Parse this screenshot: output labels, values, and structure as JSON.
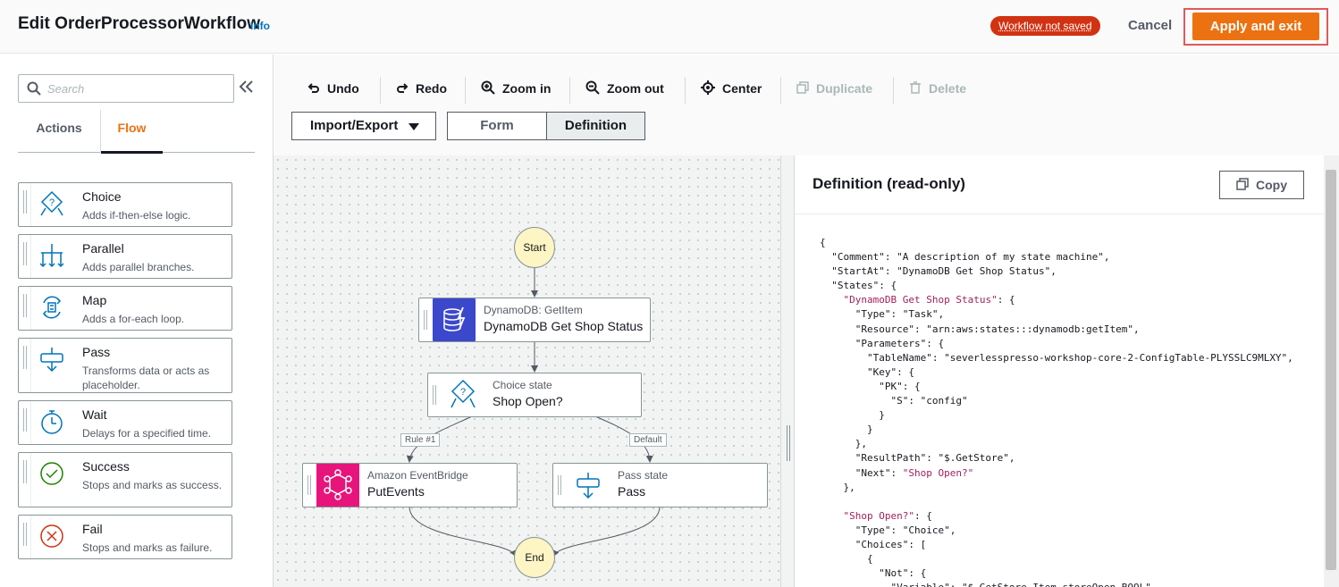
{
  "header": {
    "title": "Edit OrderProcessorWorkflow",
    "info": "Info",
    "status_badge": "Workflow not saved",
    "cancel": "Cancel",
    "apply": "Apply and exit"
  },
  "left_panel": {
    "search_placeholder": "Search",
    "tabs": [
      "Actions",
      "Flow"
    ],
    "active_tab": "Flow",
    "states": [
      {
        "name": "Choice",
        "desc": "Adds if-then-else logic.",
        "icon": "choice-icon"
      },
      {
        "name": "Parallel",
        "desc": "Adds parallel branches.",
        "icon": "parallel-icon"
      },
      {
        "name": "Map",
        "desc": "Adds a for-each loop.",
        "icon": "map-icon"
      },
      {
        "name": "Pass",
        "desc": "Transforms data or acts as placeholder.",
        "icon": "pass-icon"
      },
      {
        "name": "Wait",
        "desc": "Delays for a specified time.",
        "icon": "wait-icon"
      },
      {
        "name": "Success",
        "desc": "Stops and marks as success.",
        "icon": "success-icon"
      },
      {
        "name": "Fail",
        "desc": "Stops and marks as failure.",
        "icon": "fail-icon"
      }
    ]
  },
  "toolbar": {
    "undo": "Undo",
    "redo": "Redo",
    "zoom_in": "Zoom in",
    "zoom_out": "Zoom out",
    "center": "Center",
    "duplicate": "Duplicate",
    "delete": "Delete",
    "import_export": "Import/Export",
    "form": "Form",
    "definition": "Definition"
  },
  "graph": {
    "start": "Start",
    "end": "End",
    "nodes": [
      {
        "type": "DynamoDB: GetItem",
        "name": "DynamoDB Get Shop Status"
      },
      {
        "type": "Choice state",
        "name": "Shop Open?"
      },
      {
        "type": "Amazon EventBridge",
        "name": "PutEvents"
      },
      {
        "type": "Pass state",
        "name": "Pass"
      }
    ],
    "rule_label": "Rule #1",
    "default_label": "Default"
  },
  "definition": {
    "title": "Definition (read-only)",
    "copy": "Copy",
    "lines": [
      "{",
      "  \"Comment\": \"A description of my state machine\",",
      "  \"StartAt\": \"DynamoDB Get Shop Status\",",
      "  \"States\": {",
      "    \"DynamoDB Get Shop Status\": {",
      "      \"Type\": \"Task\",",
      "      \"Resource\": \"arn:aws:states:::dynamodb:getItem\",",
      "      \"Parameters\": {",
      "        \"TableName\": \"severlesspresso-workshop-core-2-ConfigTable-PLYSSLC9MLXY\",",
      "        \"Key\": {",
      "          \"PK\": {",
      "            \"S\": \"config\"",
      "          }",
      "        }",
      "      },",
      "      \"ResultPath\": \"$.GetStore\",",
      "      \"Next\": \"Shop Open?\"",
      "    },",
      "",
      "    \"Shop Open?\": {",
      "      \"Type\": \"Choice\",",
      "      \"Choices\": [",
      "        {",
      "          \"Not\": {",
      "            \"Variable\": \"$.GetStore.Item.storeOpen.BOOL\","
    ]
  }
}
